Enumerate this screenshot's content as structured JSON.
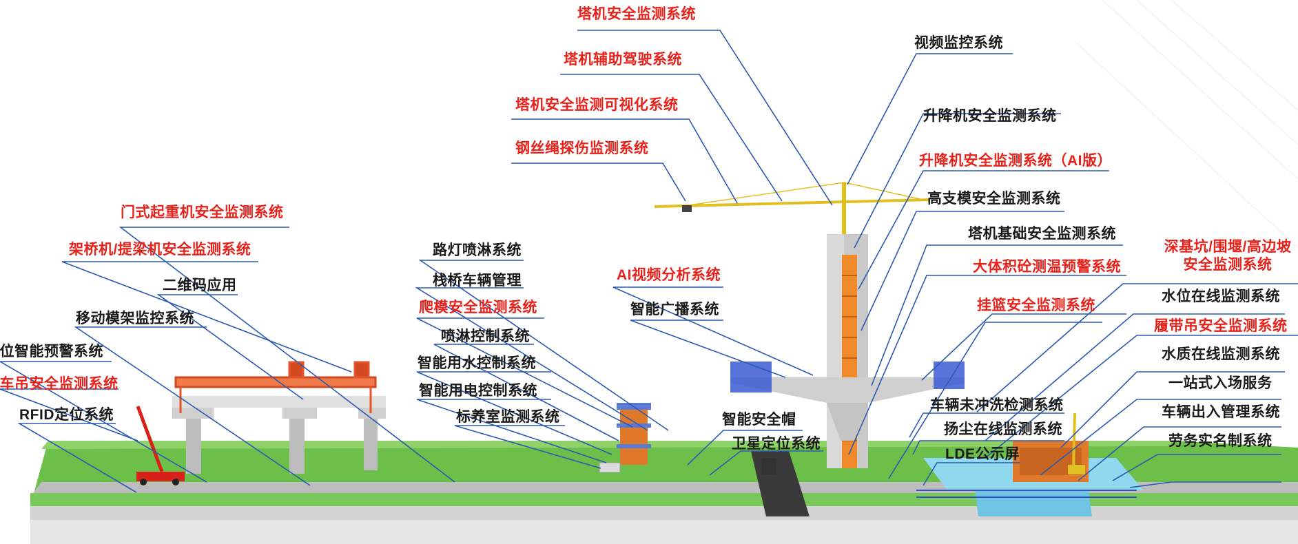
{
  "colors": {
    "red_label": "#e8221b",
    "black_label": "#1a1a1a",
    "leader_line": "#2a5ab0",
    "ground": "#6cc04a"
  },
  "labels": {
    "tower_crane_safety": "塔机安全监测系统",
    "tower_crane_assist": "塔机辅助驾驶系统",
    "tower_crane_visual": "塔机安全监测可视化系统",
    "wire_rope": "钢丝绳探伤监测系统",
    "video_monitor": "视频监控系统",
    "hoist_safety": "升降机安全监测系统",
    "hoist_safety_ai": "升降机安全监测系统（AI版）",
    "high_formwork": "高支模安全监测系统",
    "tower_foundation": "塔机基础安全监测系统",
    "mass_concrete": "大体积砼测温预警系统",
    "hanging_basket": "挂篮安全监测系统",
    "deep_pit_1": "深基坑/围堰/高边坡",
    "deep_pit_2": "安全监测系统",
    "water_level": "水位在线监测系统",
    "crawler_crane": "履带吊安全监测系统",
    "water_quality": "水质在线监测系统",
    "one_stop": "一站式入场服务",
    "vehicle_access": "车辆出入管理系统",
    "labor_realname": "劳务实名制系统",
    "vehicle_wash": "车辆未冲洗检测系统",
    "dust_monitor": "扬尘在线监测系统",
    "lde_screen": "LDE公示屏",
    "smart_helmet": "智能安全帽",
    "satellite": "卫星定位系统",
    "ai_video": "AI视频分析系统",
    "smart_broadcast": "智能广播系统",
    "street_light_spray": "路灯喷淋系统",
    "trestle_vehicle": "栈桥车辆管理",
    "climbing_form": "爬模安全监测系统",
    "spray_control": "喷淋控制系统",
    "smart_water": "智能用水控制系统",
    "smart_power": "智能用电控制系统",
    "curing_room": "标养室监测系统",
    "gantry_crane": "门式起重机安全监测系统",
    "bridge_erector": "架桥机/提梁机安全监测系统",
    "qr_code": "二维码应用",
    "movable_scaffold": "移动模架监控系统",
    "position_warning": "吊位智能预警系统",
    "truck_crane": "汽车吊安全监测系统",
    "rfid": "RFID定位系统"
  }
}
